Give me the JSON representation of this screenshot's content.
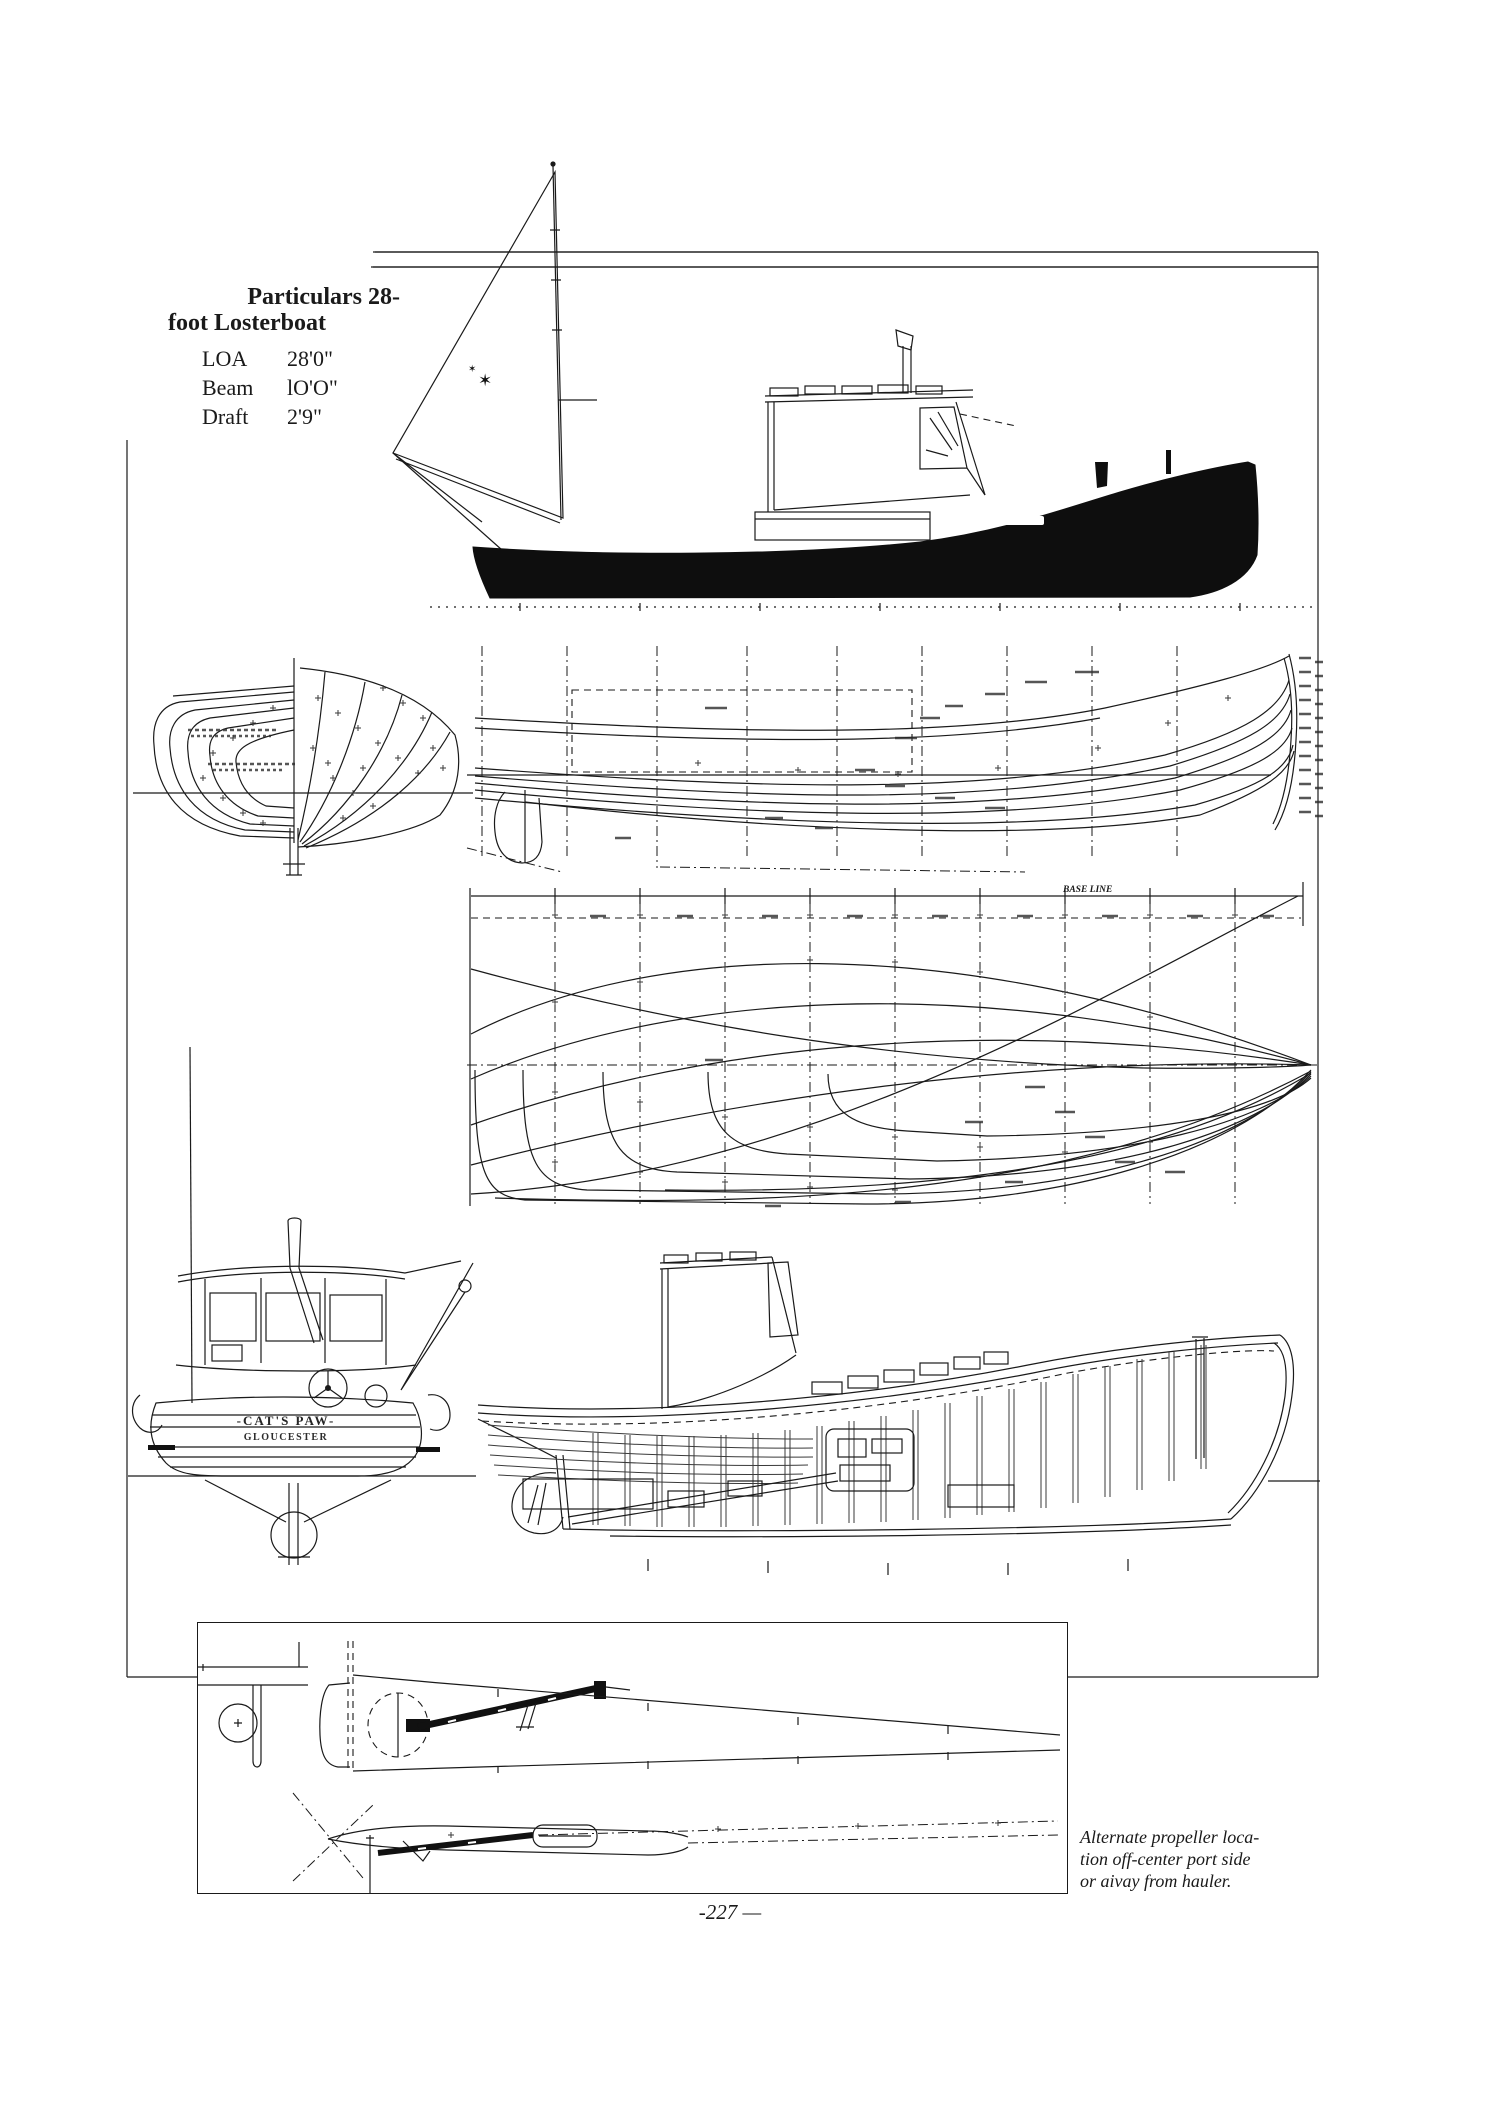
{
  "document": {
    "page_number": "-227 —",
    "particulars": {
      "title_line1": "Particulars 28-",
      "title_line2": "foot Losterboat",
      "specs": [
        {
          "label": "LOA",
          "value": "28'0\""
        },
        {
          "label": "Beam",
          "value": "lO'O\""
        },
        {
          "label": "Draft",
          "value": "2'9\""
        }
      ]
    },
    "transom": {
      "boat_name": "-CAT'S PAW-",
      "home_port": "GLOUCESTER"
    },
    "plans": {
      "base_line_label": "BASE LINE"
    },
    "caption": {
      "line1": "Alternate propeller loca-",
      "line2": "tion off-center port side",
      "line3": "or aivay from hauler."
    },
    "colors": {
      "ink": "#1a1a1a",
      "hull_fill": "#0e0e0e",
      "paper": "#ffffff"
    }
  }
}
